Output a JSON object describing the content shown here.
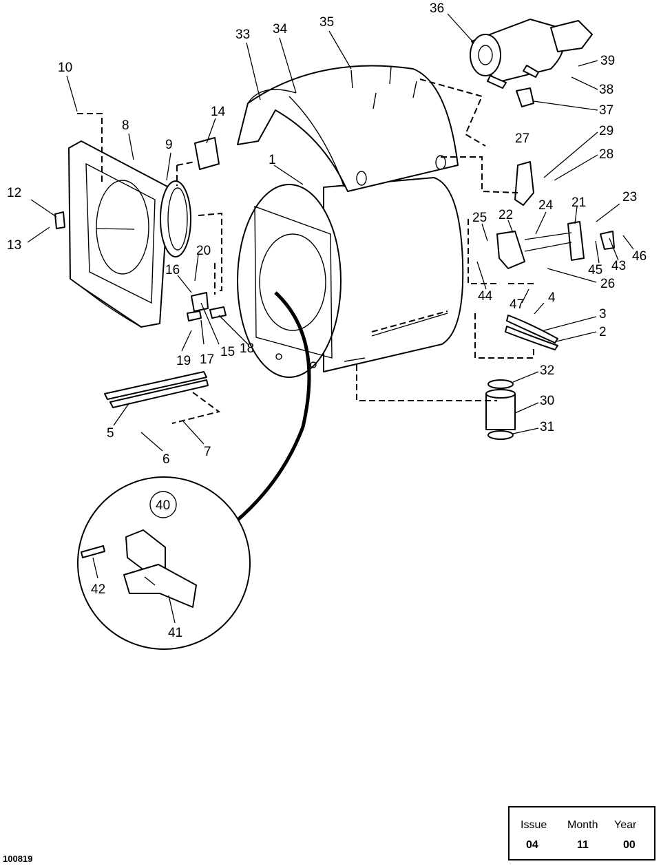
{
  "callouts": {
    "c1": "1",
    "c2": "2",
    "c3": "3",
    "c4": "4",
    "c5": "5",
    "c6": "6",
    "c7": "7",
    "c8": "8",
    "c9": "9",
    "c10": "10",
    "c12": "12",
    "c13": "13",
    "c14": "14",
    "c15": "15",
    "c16": "16",
    "c17": "17",
    "c18": "18",
    "c19": "19",
    "c20": "20",
    "c21": "21",
    "c22": "22",
    "c23": "23",
    "c24": "24",
    "c25": "25",
    "c26": "26",
    "c27": "27",
    "c28": "28",
    "c29": "29",
    "c30": "30",
    "c31": "31",
    "c32": "32",
    "c33": "33",
    "c34": "34",
    "c35": "35",
    "c36": "36",
    "c37": "37",
    "c38": "38",
    "c39": "39",
    "c40": "40",
    "c41": "41",
    "c42": "42",
    "c43": "43",
    "c44": "44",
    "c45": "45",
    "c46": "46",
    "c47": "47"
  },
  "footer": {
    "doc_number": "100819",
    "issue_label": "Issue",
    "month_label": "Month",
    "year_label": "Year",
    "issue_value": "04",
    "month_value": "11",
    "year_value": "00"
  }
}
